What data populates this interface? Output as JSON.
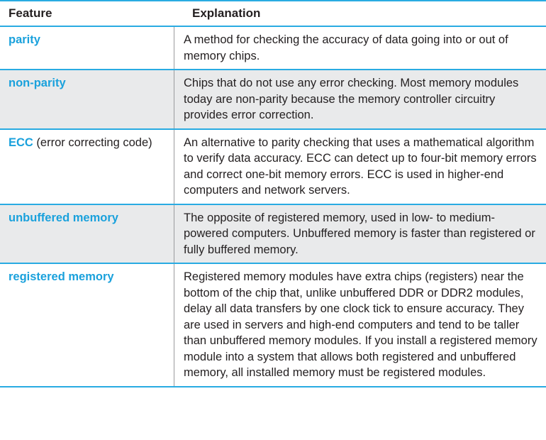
{
  "header": {
    "feature": "Feature",
    "explanation": "Explanation"
  },
  "colors": {
    "rule": "#29abe2",
    "term": "#1aa1dc",
    "band": "#e9eaeb",
    "text": "#231f20"
  },
  "rows": [
    {
      "term": "parity",
      "suffix": "",
      "explanation": "A method for checking the accuracy of data going into or out of memory chips."
    },
    {
      "term": "non-parity",
      "suffix": "",
      "explanation": "Chips that do not use any error checking. Most memory modules today are non-parity because the memory controller circuitry provides error correction."
    },
    {
      "term": "ECC",
      "suffix": " (error correcting code)",
      "explanation": "An alternative to parity checking that uses a mathematical algorithm to verify data accuracy. ECC can detect up to four-bit memory errors and correct one-bit memory errors. ECC is used in higher-end computers and network servers."
    },
    {
      "term": "unbuffered memory",
      "suffix": "",
      "explanation": "The opposite of registered memory, used in low- to medium-powered computers. Unbuffered memory is faster than registered or fully buffered memory."
    },
    {
      "term": "registered memory",
      "suffix": "",
      "explanation": "Registered memory modules have extra chips (registers) near the bottom of the chip that, unlike unbuffered DDR or DDR2 modules, delay all data transfers by one clock tick to ensure accuracy. They are used in servers and high-end computers and tend to be taller than unbuffered memory modules. If you install a registered memory module into a system that allows both registered and unbuffered memory, all installed memory must be registered modules."
    }
  ]
}
